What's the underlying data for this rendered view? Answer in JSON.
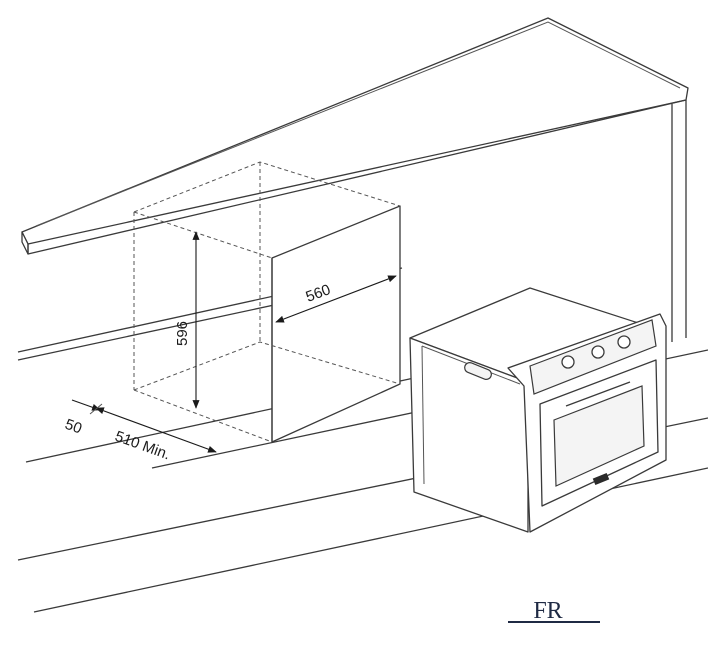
{
  "dimensions": {
    "height": "596",
    "width": "560",
    "depth": "510 Min.",
    "gap": "50"
  },
  "colors": {
    "line": "#3a3a3a",
    "dimension": "#1a1a1a",
    "logo": "#1f2a44"
  },
  "logo": {
    "text": "FR"
  }
}
